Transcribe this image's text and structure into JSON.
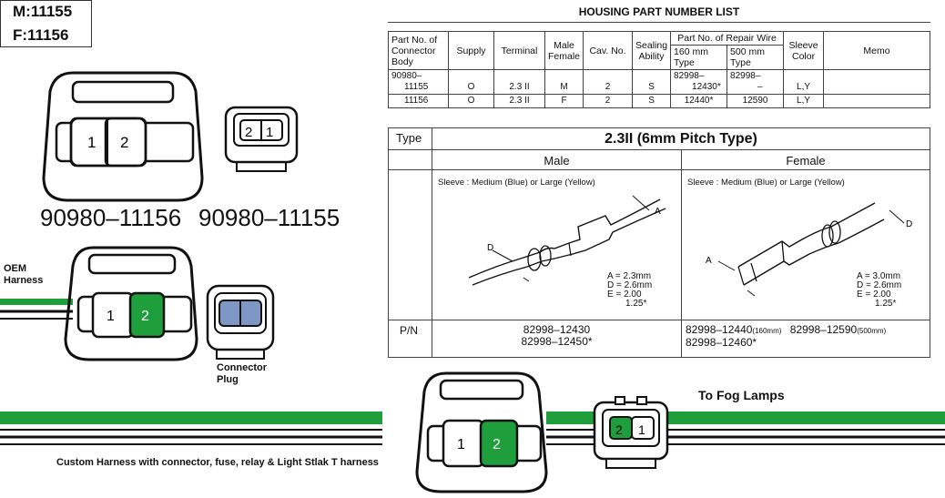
{
  "codes": {
    "male": "M:11155",
    "female": "F:11156"
  },
  "connectors": {
    "part_female": "90980–11156",
    "part_male": "90980–11155",
    "pin1": "1",
    "pin2": "2"
  },
  "labels": {
    "oem_harness_1": "OEM",
    "oem_harness_2": "Harness",
    "connector_plug_1": "Connector",
    "connector_plug_2": "Plug",
    "to_fog_lamps": "To Fog Lamps",
    "custom_harness": "Custom Harness with connector, fuse, relay & Light Stlak T harness"
  },
  "table": {
    "title": "HOUSING PART NUMBER LIST",
    "headers": {
      "part_no": [
        "Part No. of",
        "Connector",
        "Body"
      ],
      "supply": "Supply",
      "terminal": "Terminal",
      "male_female": [
        "Male",
        "Female"
      ],
      "cav_no": "Cav. No.",
      "sealing": [
        "Sealing",
        "Ability"
      ],
      "repair_wire": "Part No. of Repair Wire",
      "mm160": [
        "160 mm",
        "Type"
      ],
      "mm500": [
        "500 mm",
        "Type"
      ],
      "sleeve": [
        "Sleeve",
        "Color"
      ],
      "memo": "Memo"
    },
    "rows": [
      {
        "part_a": "90980–",
        "part_b": "11155",
        "supply": "O",
        "terminal": "2.3 II",
        "mf": "M",
        "cav": "2",
        "seal": "S",
        "w160_a": "82998–",
        "w160_b": "12430*",
        "w500_a": "82998–",
        "w500_b": "–",
        "sleeve": "L,Y",
        "memo": ""
      },
      {
        "part": "11156",
        "supply": "O",
        "terminal": "2.3 II",
        "mf": "F",
        "cav": "2",
        "seal": "S",
        "w160": "12440*",
        "w500": "12590",
        "sleeve": "L,Y",
        "memo": ""
      }
    ]
  },
  "spec": {
    "type_label": "Type",
    "type_value": "2.3II (6mm Pitch Type)",
    "male_label": "Male",
    "female_label": "Female",
    "male_sleeve": "Sleeve : Medium (Blue) or Large (Yellow)",
    "female_sleeve": "Sleeve : Medium (Blue) or Large (Yellow)",
    "male_dims": [
      "A = 2.3mm",
      "D = 2.6mm",
      "E = 2.00",
      "1.25*"
    ],
    "female_dims": [
      "A = 3.0mm",
      "D = 2.6mm",
      "E = 2.00",
      "1.25*"
    ],
    "letter_a": "A",
    "letter_d": "D",
    "pn_label": "P/N",
    "male_pn": [
      "82998–12430",
      "82998–12450*"
    ],
    "female_pn_1": "82998–12440",
    "female_pn_1_note": "(160mm)",
    "female_pn_2": "82998–12590",
    "female_pn_2_note": "(500mm)",
    "female_pn_3": "82998–12460*"
  },
  "colors": {
    "green": "#1f9e3c",
    "plug_blue": "#7e98c6",
    "line": "#111111"
  }
}
